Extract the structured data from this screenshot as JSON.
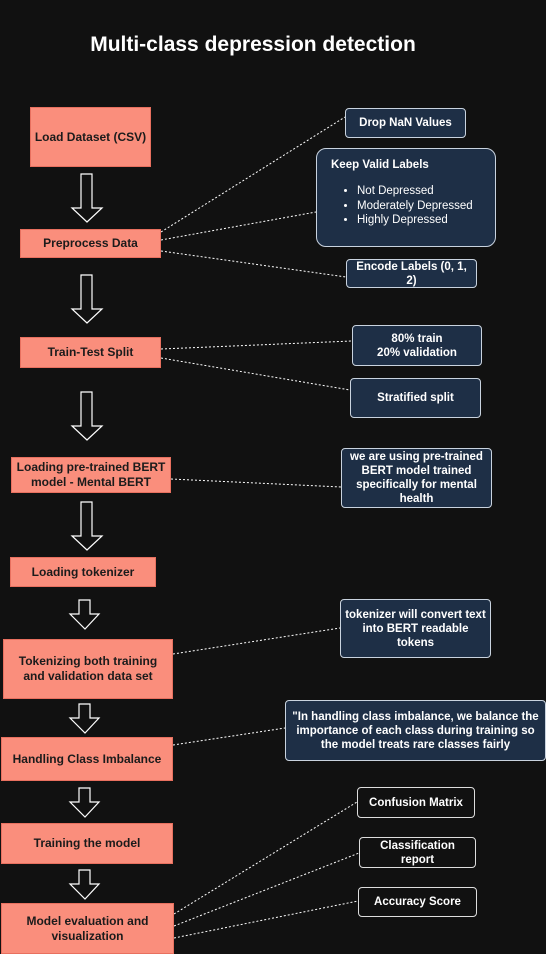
{
  "title": "Multi-class depression detection",
  "steps": [
    {
      "label": "Load Dataset (CSV)"
    },
    {
      "label": "Preprocess Data"
    },
    {
      "label": "Train-Test Split"
    },
    {
      "label": "Loading pre-trained BERT model - Mental BERT"
    },
    {
      "label": "Loading tokenizer"
    },
    {
      "label": "Tokenizing both training and validation data set"
    },
    {
      "label": "Handling Class Imbalance"
    },
    {
      "label": "Training the model"
    },
    {
      "label": "Model evaluation and visualization"
    }
  ],
  "notes": {
    "drop_nan": "Drop NaN Values",
    "keep_labels": {
      "title": "Keep Valid Labels",
      "items": [
        "Not Depressed",
        "Moderately Depressed",
        "Highly Depressed"
      ]
    },
    "encode_labels": "Encode Labels (0, 1, 2)",
    "split_ratio": {
      "line1": "80% train",
      "line2": "20% validation"
    },
    "stratified": "Stratified split",
    "bert_info": "we are using pre-trained BERT model trained specifically for mental health",
    "tokenizer_info": "tokenizer will convert text into BERT readable tokens",
    "imbalance_info": "\"In handling class imbalance, we balance the importance of each class during training so the model treats rare classes fairly",
    "confusion_matrix": "Confusion Matrix",
    "classification_report": "Classification report",
    "accuracy_score": "Accuracy Score"
  },
  "colors": {
    "background": "#111111",
    "step_fill": "#fa8e7c",
    "note_fill": "#1e2f46",
    "note_border": "#c9d3df",
    "arrow": "#ffffff"
  }
}
